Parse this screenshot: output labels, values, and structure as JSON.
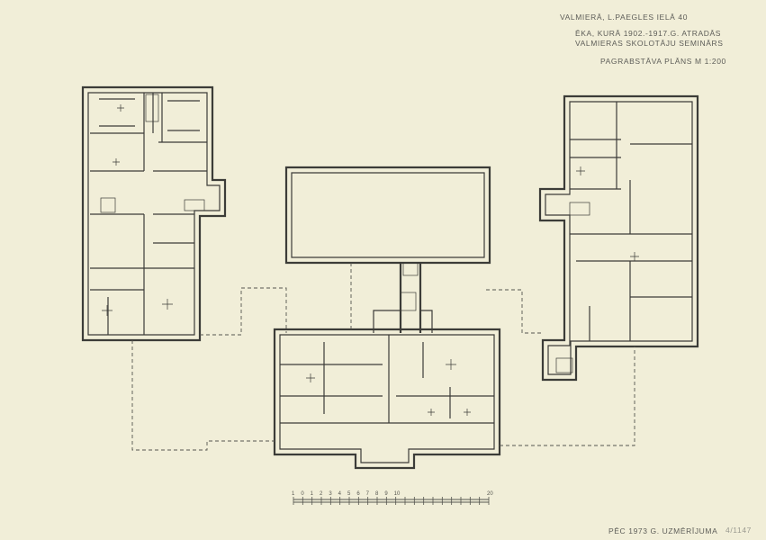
{
  "title_block": {
    "address": "VALMIERĀ, L.PAEGLES IELĀ 40",
    "line2": "ĒKA, KURĀ 1902.-1917.G. ATRADĀS",
    "line3": "VALMIERAS SKOLOTĀJU SEMINĀRS",
    "plan_title": "PAGRABSTĀVA PLĀNS M 1:200"
  },
  "footer": {
    "survey_note": "PĒC 1973 G. UZMĒRĪJUMA",
    "archive_number": "4/1147"
  },
  "scale_bar": {
    "labels": [
      "1",
      "0",
      "1",
      "2",
      "3",
      "4",
      "5",
      "6",
      "7",
      "8",
      "9",
      "10",
      "20"
    ],
    "unit_range_m": [
      -1,
      20
    ]
  }
}
